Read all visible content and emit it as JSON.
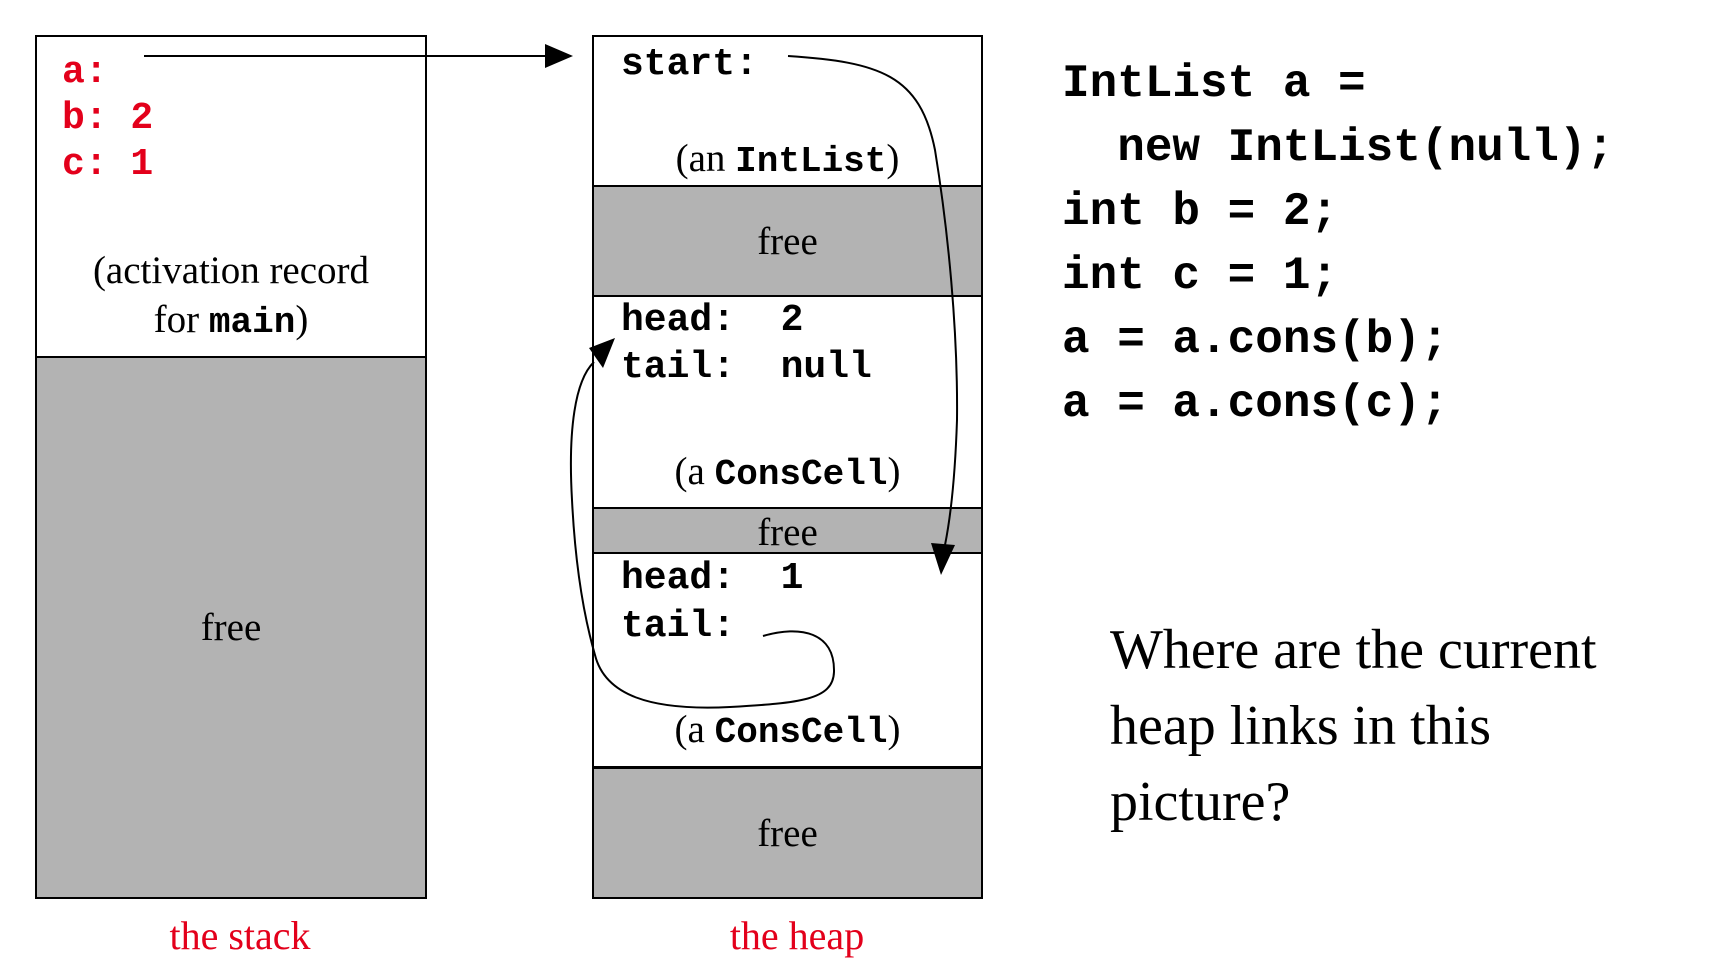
{
  "stack": {
    "vars": [
      {
        "name": "a:",
        "value": ""
      },
      {
        "name": "b:",
        "value": "2"
      },
      {
        "name": "c:",
        "value": "1"
      }
    ],
    "record_label_line1": "(activation record",
    "record_label_line2_prefix": "for ",
    "record_label_line2_code": "main",
    "record_label_line2_suffix": ")",
    "free_label": "free",
    "caption": "the stack"
  },
  "heap": {
    "intlist": {
      "field": "start:",
      "label_prefix": "(an ",
      "label_code": "IntList",
      "label_suffix": ")"
    },
    "free1": "free",
    "cell1": {
      "head": "head:  2",
      "tail": "tail:  null",
      "label_prefix": "(a ",
      "label_code": "ConsCell",
      "label_suffix": ")"
    },
    "free2": "free",
    "cell2": {
      "head": "head:  1",
      "tail": "tail:",
      "label_prefix": "(a ",
      "label_code": "ConsCell",
      "label_suffix": ")"
    },
    "free3": "free",
    "caption": "the heap"
  },
  "code": [
    "IntList a =",
    "  new IntList(null);",
    "int b = 2;",
    "int c = 1;",
    "a = a.cons(b);",
    "a = a.cons(c);"
  ],
  "question": [
    "Where are the current",
    "heap links in this",
    "picture?"
  ],
  "colors": {
    "accent": "#e3001b",
    "free_fill": "#b3b3b3"
  }
}
